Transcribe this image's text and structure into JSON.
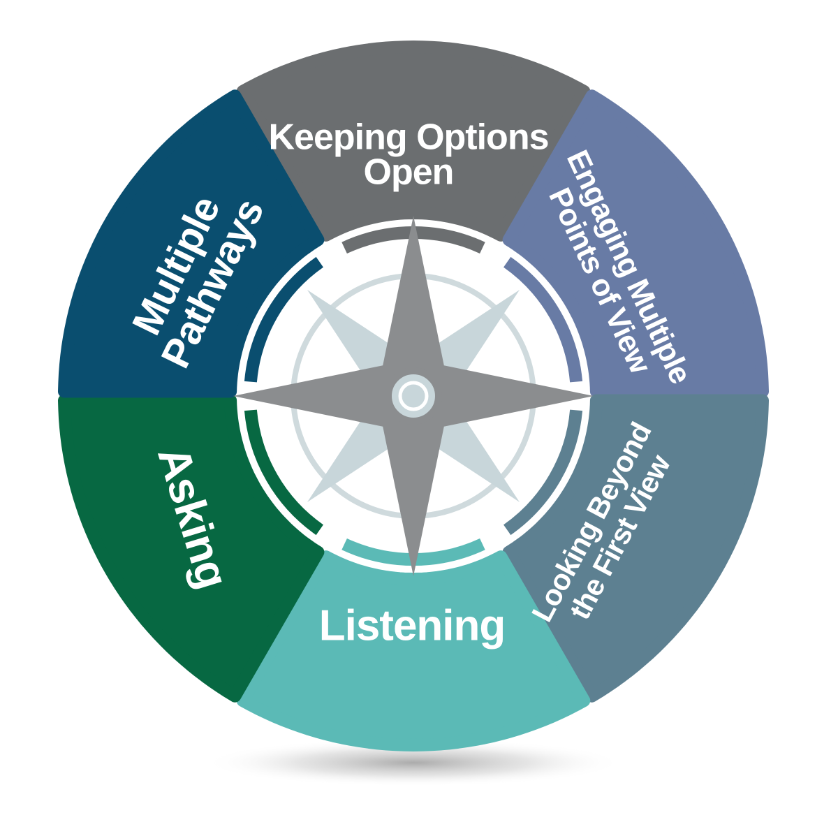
{
  "colors": {
    "background": "#ffffff",
    "keeping_options_open": "#6b6e70",
    "engaging_multiple_points": "#687ba5",
    "looking_beyond": "#5d8091",
    "listening": "#5bbab6",
    "asking": "#076842",
    "multiple_pathways": "#0a4e6f",
    "compass_main": "#8b8d8f",
    "compass_diagonal": "#c8d6da",
    "compass_ring": "#cfdadd",
    "compass_hub_ring": "#8b8d8f",
    "compass_hub_center": "#c8d6da",
    "shadow": "#9a9a9a"
  },
  "segments": [
    {
      "id": "keeping-options-open",
      "color_key": "keeping_options_open",
      "lines": [
        "Keeping Options",
        "Open"
      ]
    },
    {
      "id": "engaging-multiple-points-of-view",
      "color_key": "engaging_multiple_points",
      "lines": [
        "Engaging Multiple",
        "Points of View"
      ]
    },
    {
      "id": "looking-beyond-the-first-view",
      "color_key": "looking_beyond",
      "lines": [
        "Looking Beyond",
        "the First View"
      ]
    },
    {
      "id": "listening",
      "color_key": "listening",
      "lines": [
        "Listening"
      ]
    },
    {
      "id": "asking",
      "color_key": "asking",
      "lines": [
        "Asking"
      ]
    },
    {
      "id": "multiple-pathways",
      "color_key": "multiple_pathways",
      "lines": [
        "Multiple",
        "Pathways"
      ]
    }
  ]
}
